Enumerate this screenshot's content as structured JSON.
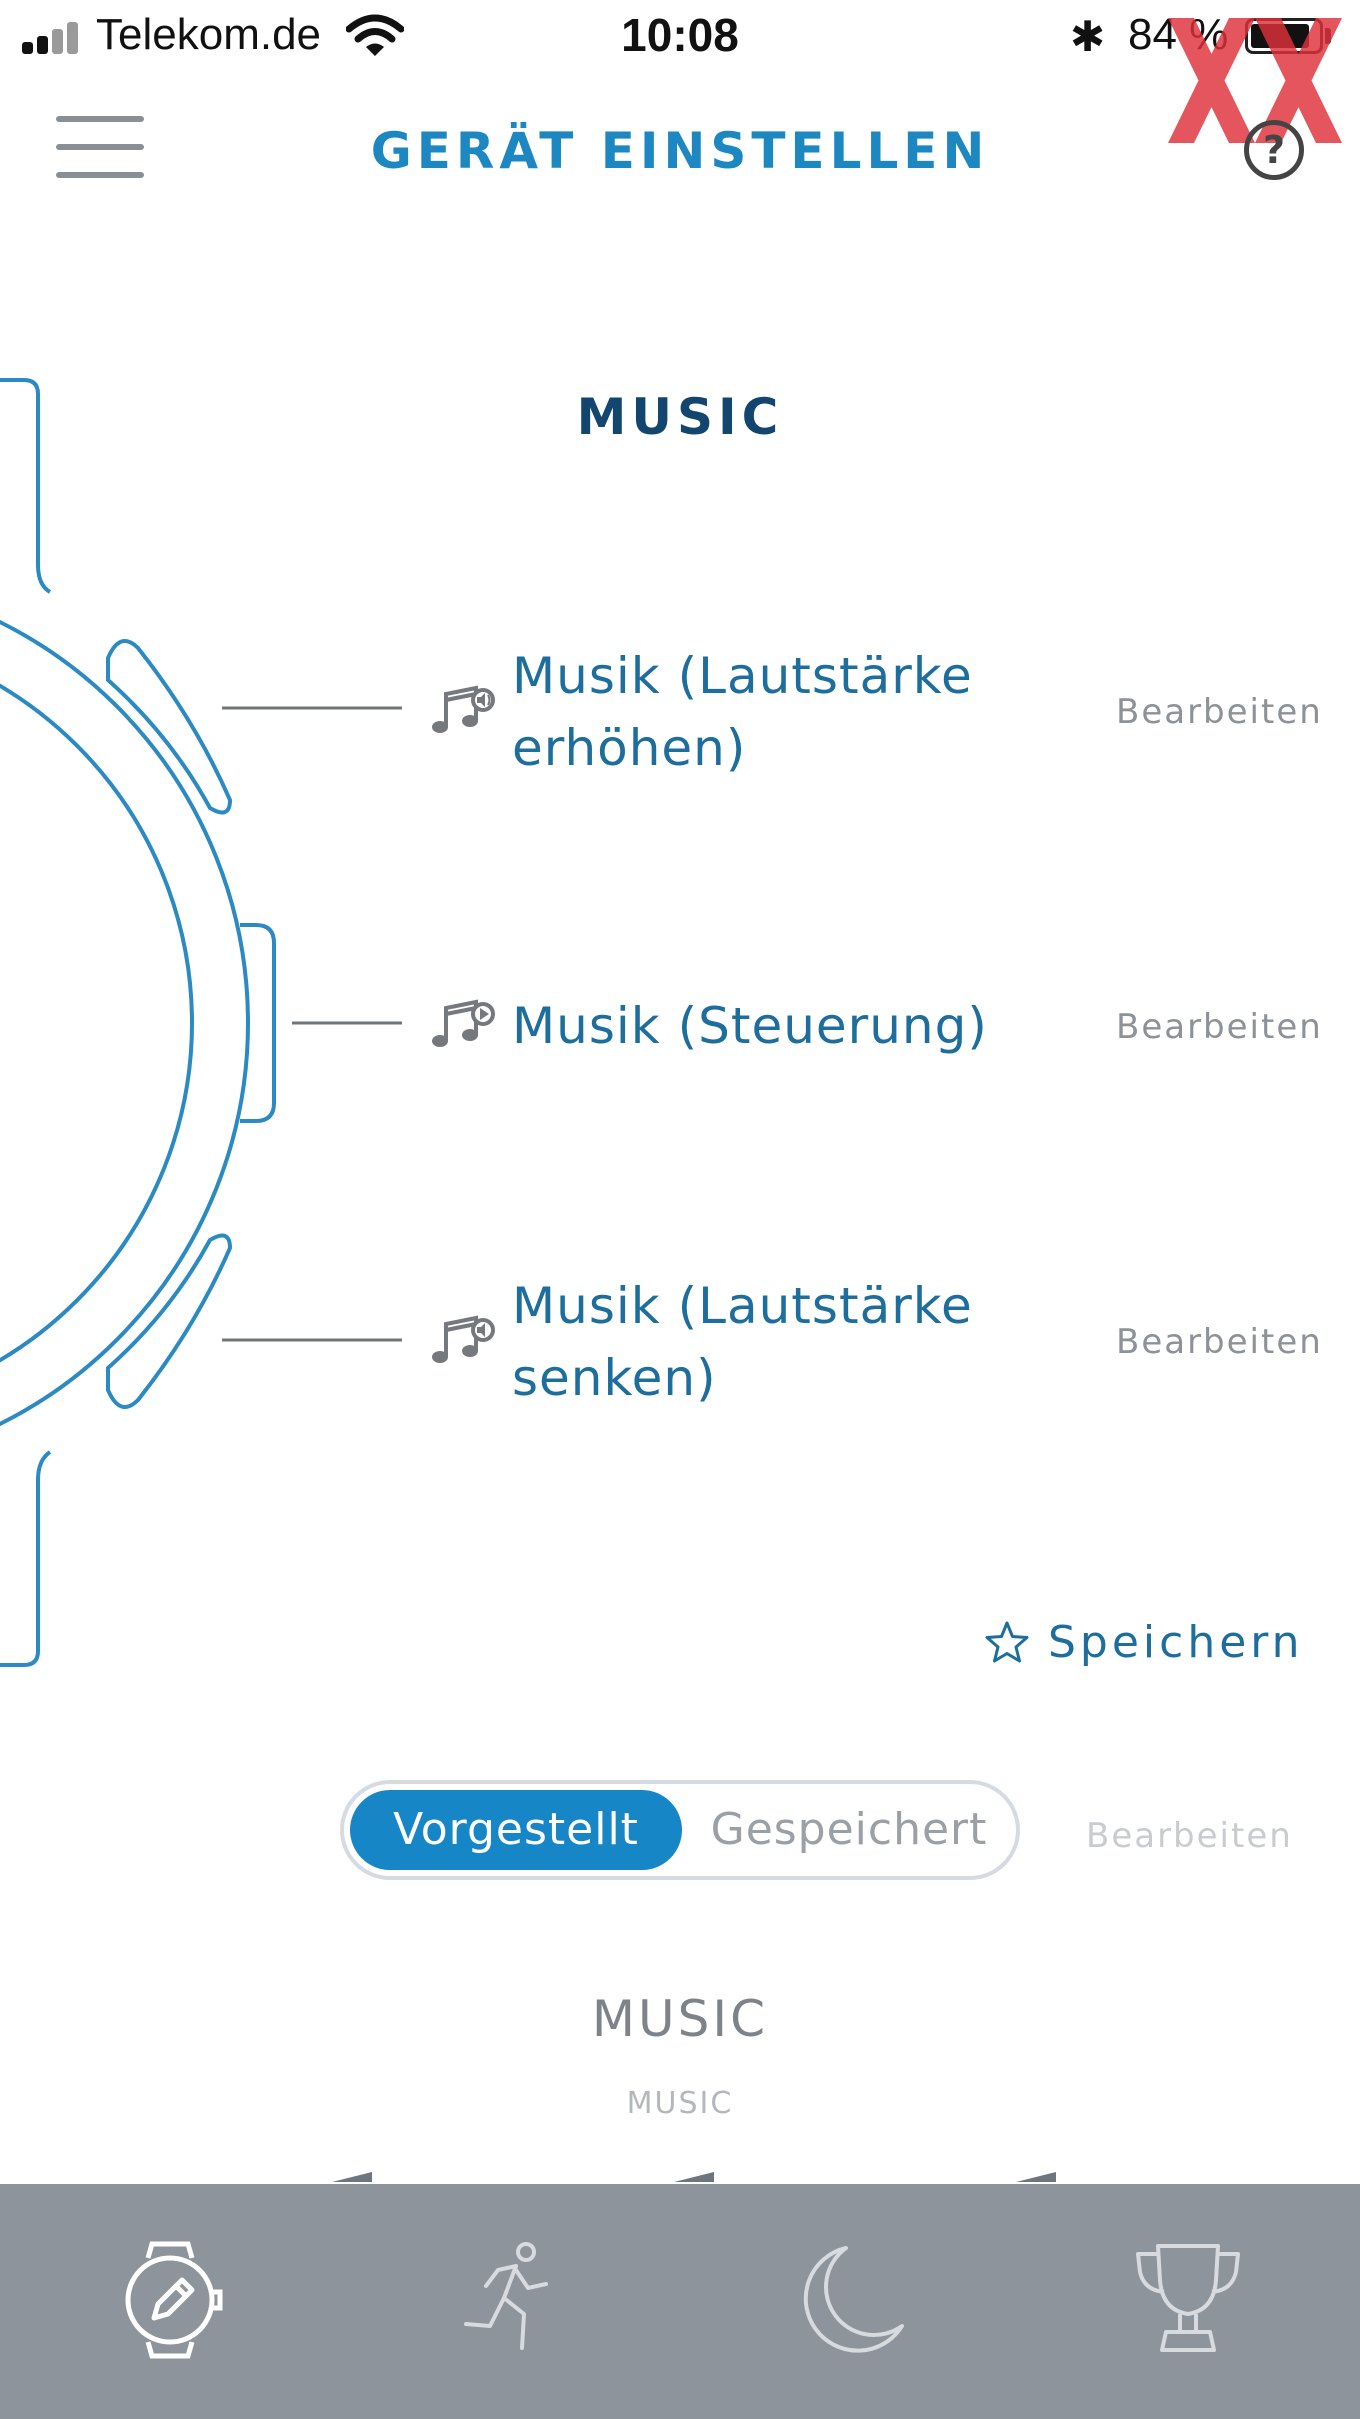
{
  "status_bar": {
    "carrier": "Telekom.de",
    "time": "10:08",
    "battery": "84 %",
    "bluetooth": "✱"
  },
  "header": {
    "title": "GERÄT EINSTELLEN",
    "help": "?"
  },
  "section_title": "MUSIC",
  "buttons": [
    {
      "label_line1": "Musik (Lautstärke",
      "label_line2": "erhöhen)",
      "edit": "Bearbeiten",
      "icon": "music-volume-up-icon"
    },
    {
      "label_line1": "Musik (Steuerung)",
      "label_line2": "",
      "edit": "Bearbeiten",
      "icon": "music-control-icon"
    },
    {
      "label_line1": "Musik (Lautstärke",
      "label_line2": "senken)",
      "edit": "Bearbeiten",
      "icon": "music-volume-down-icon"
    }
  ],
  "save_label": "Speichern",
  "segments": {
    "active": "Vorgestellt",
    "inactive": "Gespeichert",
    "edit": "Bearbeiten"
  },
  "preset": {
    "title": "MUSIC",
    "subtitle": "MUSIC"
  },
  "tabs": [
    {
      "icon": "watch-edit-icon",
      "active": true
    },
    {
      "icon": "running-icon",
      "active": false
    },
    {
      "icon": "moon-icon",
      "active": false
    },
    {
      "icon": "trophy-icon",
      "active": false
    }
  ],
  "colors": {
    "accent": "#1786c7",
    "label": "#1d6e9c",
    "title_dark": "#12466e",
    "tabbar": "#8e949b"
  }
}
